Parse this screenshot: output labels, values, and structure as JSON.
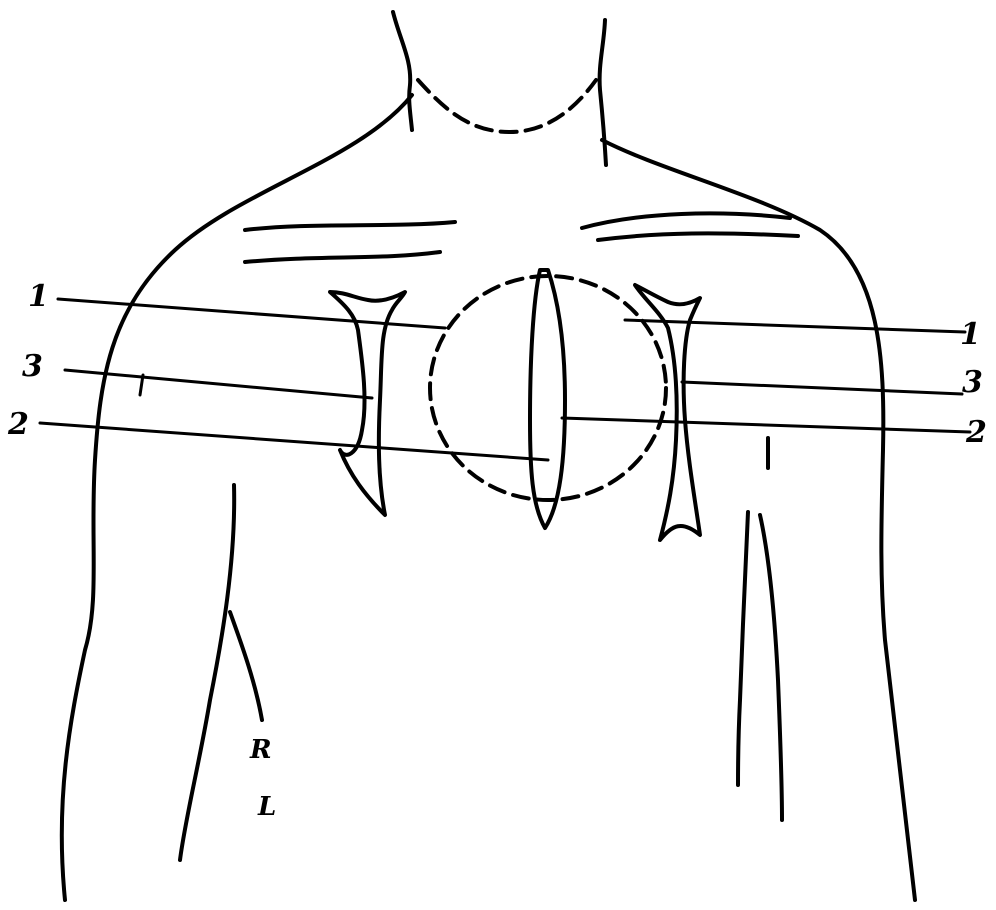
{
  "labels": {
    "line_1_left": "1",
    "line_3_left": "3",
    "line_2_left": "2",
    "line_1_right": "1",
    "line_3_right": "3",
    "line_2_right": "2",
    "right_side_letter": "R",
    "left_side_letter": "L"
  }
}
